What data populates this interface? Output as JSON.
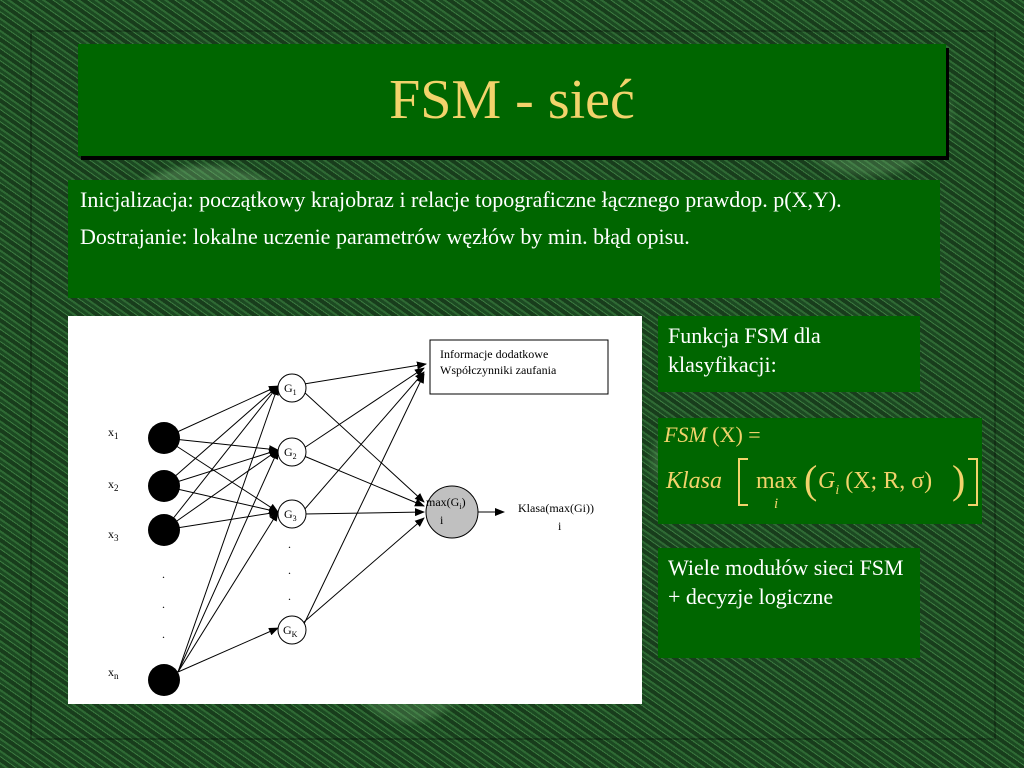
{
  "title": "FSM - sieć",
  "intro": {
    "line1": "Inicjalizacja: początkowy krajobraz i relacje topograficzne łącznego prawdop.  p(X,Y).",
    "line2": "Dostrajanie: lokalne uczenie parametrów węzłów by min. błąd opisu."
  },
  "function_box": "Funkcja FSM dla klasyfikacji:",
  "formula": {
    "lhs_fsm": "FSM",
    "lhs_arg": "(X) =",
    "klasa": "Klasa",
    "max": "max",
    "max_sub": "i",
    "g": "G",
    "g_sub": "i",
    "args": "(X; R, σ)"
  },
  "modules_box": "Wiele modułów sieci FSM + decyzje logiczne",
  "diagram": {
    "inputs": [
      {
        "label": "x",
        "sub": "1"
      },
      {
        "label": "x",
        "sub": "2"
      },
      {
        "label": "x",
        "sub": "3"
      },
      {
        "label": "x",
        "sub": "n"
      }
    ],
    "hidden": [
      {
        "label": "G",
        "sub": "1"
      },
      {
        "label": "G",
        "sub": "2"
      },
      {
        "label": "G",
        "sub": "3"
      },
      {
        "label": "G",
        "sub": "K"
      }
    ],
    "info_line1": "Informacje dodatkowe",
    "info_line2": "Współczynniki zaufania",
    "max_node": "max(G",
    "max_node_sub": "i",
    "max_node_close": ")",
    "max_node_under": "i",
    "output": "Klasa(max(Gi))",
    "output_under": "i",
    "dots": "."
  }
}
